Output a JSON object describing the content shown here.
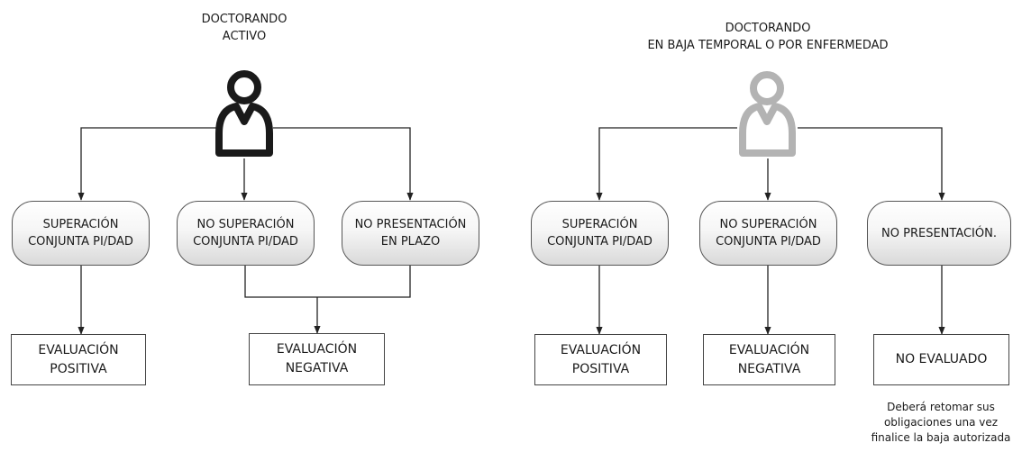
{
  "active": {
    "title": [
      "DOCTORANDO",
      "ACTIVO"
    ],
    "icon": "person-icon",
    "icon_color": "#1a1a1a",
    "outcomes": [
      {
        "lines": [
          "SUPERACIÓN",
          "CONJUNTA PI/DAD"
        ]
      },
      {
        "lines": [
          "NO SUPERACIÓN",
          "CONJUNTA PI/DAD"
        ]
      },
      {
        "lines": [
          "NO PRESENTACIÓN",
          "EN PLAZO"
        ]
      }
    ],
    "results": [
      {
        "lines": [
          "EVALUACIÓN",
          "POSITIVA"
        ]
      },
      {
        "lines": [
          "EVALUACIÓN",
          "NEGATIVA"
        ]
      }
    ]
  },
  "leave": {
    "title": [
      "DOCTORANDO",
      "EN BAJA TEMPORAL O POR ENFERMEDAD"
    ],
    "icon": "person-icon",
    "icon_color": "#b3b3b3",
    "outcomes": [
      {
        "lines": [
          "SUPERACIÓN",
          "CONJUNTA PI/DAD"
        ]
      },
      {
        "lines": [
          "NO SUPERACIÓN",
          "CONJUNTA PI/DAD"
        ]
      },
      {
        "lines": [
          "NO PRESENTACIÓN."
        ]
      }
    ],
    "results": [
      {
        "lines": [
          "EVALUACIÓN",
          "POSITIVA"
        ]
      },
      {
        "lines": [
          "EVALUACIÓN",
          "NEGATIVA"
        ]
      },
      {
        "lines": [
          "NO EVALUADO"
        ]
      }
    ],
    "note": [
      "Deberá retomar sus",
      "obligaciones una vez",
      "finalice la baja autorizada"
    ]
  }
}
